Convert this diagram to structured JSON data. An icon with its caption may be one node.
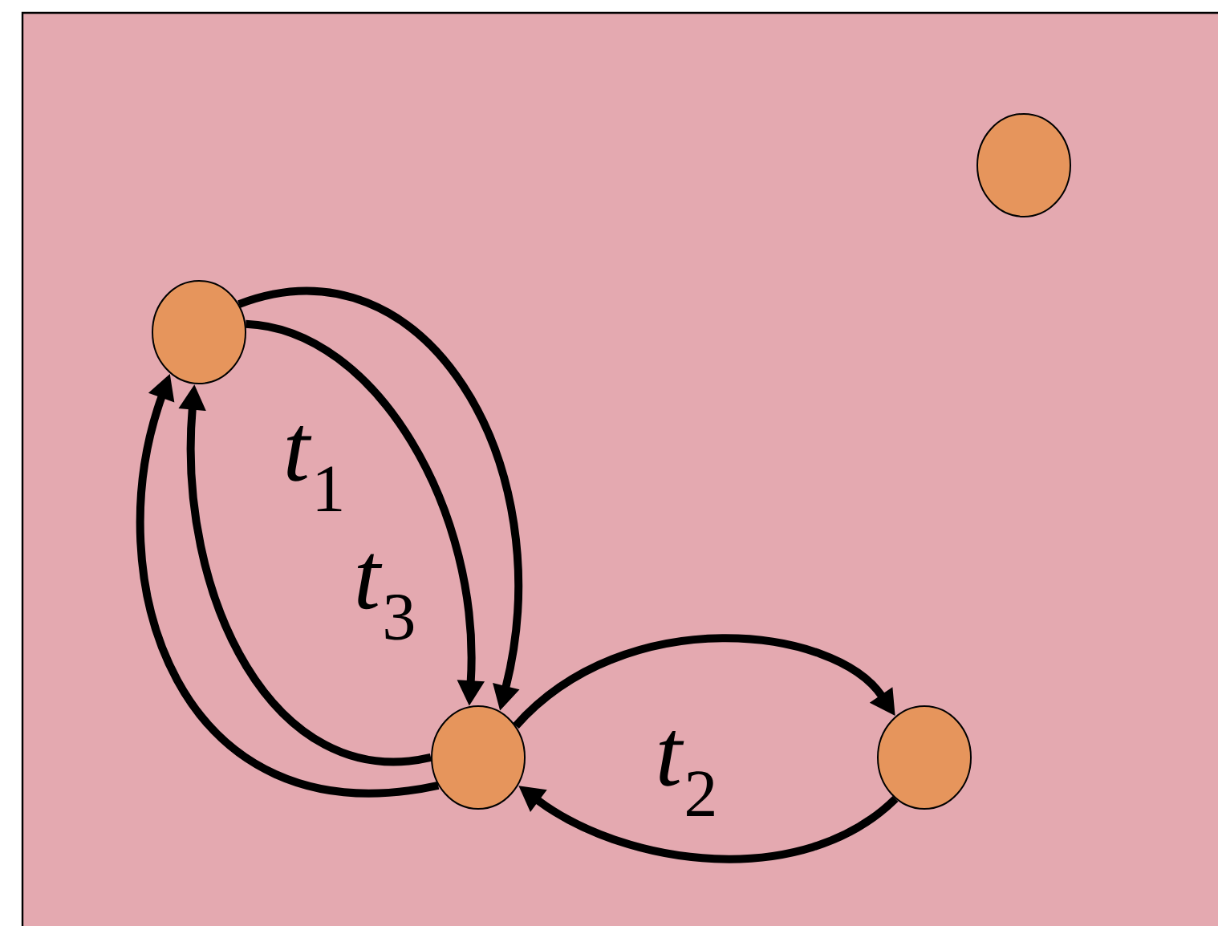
{
  "diagram": {
    "nodes": [
      {
        "text": [],
        "shape": "circle"
      },
      {
        "text": [],
        "shape": "circle"
      },
      {
        "text": [],
        "shape": "circle"
      },
      {
        "text": [],
        "shape": "circle"
      }
    ],
    "edges": [
      {
        "from": 0,
        "to": 2,
        "arrow": "to"
      },
      {
        "from": 0,
        "to": 2,
        "arrow": "to"
      },
      {
        "from": 2,
        "to": 0,
        "arrow": "to"
      },
      {
        "from": 2,
        "to": 0,
        "arrow": "to"
      },
      {
        "from": 2,
        "to": 3,
        "arrow": "to"
      },
      {
        "from": 3,
        "to": 2,
        "arrow": "to"
      }
    ],
    "labels": [
      "*t*$_{1}$",
      "*t*$_{3}$",
      "*t*$_{2}$"
    ]
  }
}
